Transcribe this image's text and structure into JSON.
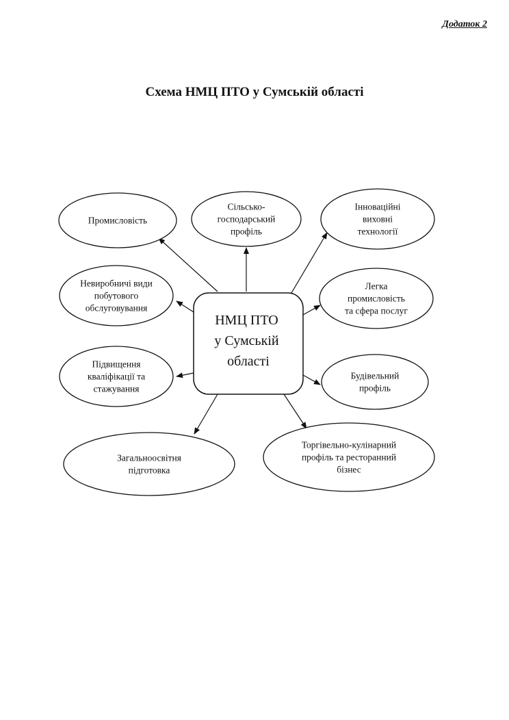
{
  "header": {
    "appendix_label": "Додаток 2"
  },
  "diagram": {
    "title": "Схема НМЦ ПТО у Сумській області",
    "center": {
      "lines": [
        "НМЦ ПТО",
        "у Сумській",
        "області"
      ]
    },
    "nodes": [
      {
        "id": "industry",
        "lines": [
          "Промисловість"
        ]
      },
      {
        "id": "agriculture",
        "lines": [
          "Сільсько-",
          "господарський",
          "профіль"
        ]
      },
      {
        "id": "innovative-tech",
        "lines": [
          "Інноваційні",
          "виховні",
          "технології"
        ]
      },
      {
        "id": "non-production-services",
        "lines": [
          "Невиробничі види",
          "побутового",
          "обслуговування"
        ]
      },
      {
        "id": "light-industry",
        "lines": [
          "Легка",
          "промисловість",
          "та сфера послуг"
        ]
      },
      {
        "id": "qualification",
        "lines": [
          "Підвищення",
          "кваліфікації та",
          "стажування"
        ]
      },
      {
        "id": "construction",
        "lines": [
          "Будівельний",
          "профіль"
        ]
      },
      {
        "id": "general-education",
        "lines": [
          "Загальноосвітня",
          "підготовка"
        ]
      },
      {
        "id": "trade-culinary",
        "lines": [
          "Торгівельно-кулінарний",
          "профіль та ресторанний",
          "бізнес"
        ]
      }
    ]
  }
}
